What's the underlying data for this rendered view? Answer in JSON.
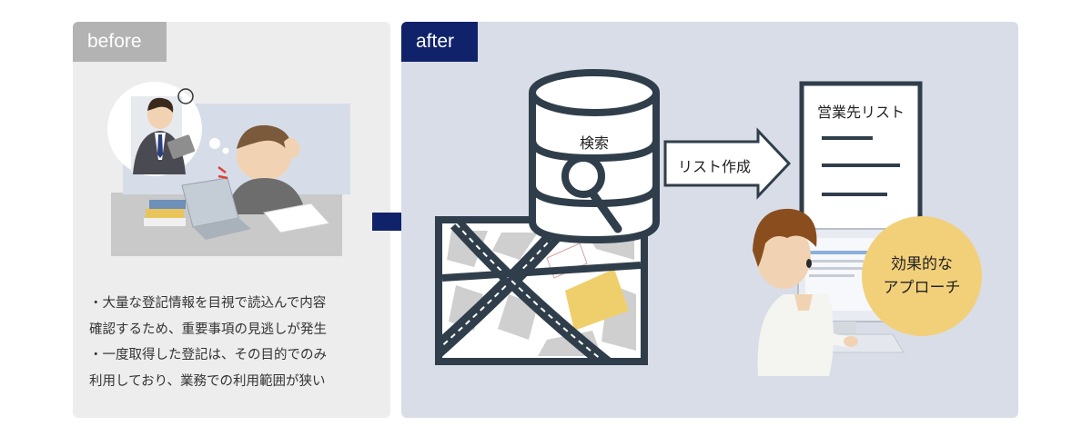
{
  "before": {
    "tab_label": "before",
    "bullets": [
      "・大量な登記情報を目視で読込んで内容",
      "確認するため、重要事項の見逃しが発生",
      "・一度取得した登記は、その目的でのみ",
      "利用しており、業務での利用範囲が狭い"
    ]
  },
  "after": {
    "tab_label": "after",
    "database_label": "検索",
    "arrow_label": "リスト作成",
    "document_title": "営業先リスト",
    "circle_line1": "効果的な",
    "circle_line2": "アプローチ"
  },
  "colors": {
    "before_bg": "#ededed",
    "after_bg": "#d8dde8",
    "before_tab": "#b3b3b3",
    "after_tab": "#10226a",
    "dark_outline": "#2f3e4a",
    "circle_fill": "#f2d07a",
    "arrow_navy": "#10226a"
  }
}
